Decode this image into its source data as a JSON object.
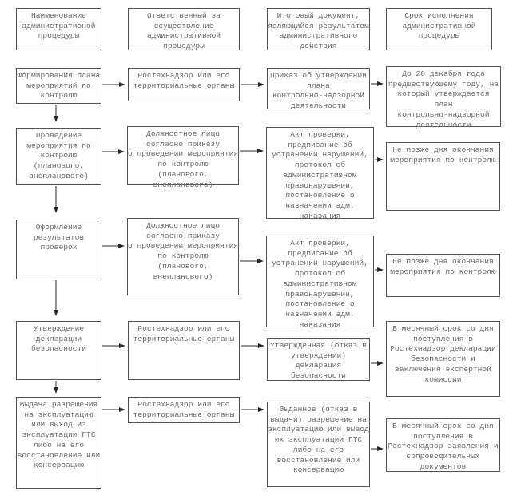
{
  "colors": {
    "background": "#ffffff",
    "box_border": "#525252",
    "text": "#6b6b6b",
    "arrow": "#2a2a2a"
  },
  "nodes": {
    "h1": {
      "label": "Наименование\nадминистративной\nпроцедуры"
    },
    "h2": {
      "label": "Ответственный за\nосуществление\nадминистративной\nпроцедуры"
    },
    "h3": {
      "label": "Итоговый документ,\nявляющийся результатом\nадминистративного\nдействия"
    },
    "h4": {
      "label": "Срок исполнения\nадминистративной\nпроцедуры"
    },
    "a1": {
      "label": "Формирования плана\nмероприятий по\nконтролю"
    },
    "b1": {
      "label": "Ростехнадзор или его\nтерриториальные органы"
    },
    "c1": {
      "label": "Приказ об утверждении\nплана\nконтрольно-надзорной\nдеятельности"
    },
    "d1": {
      "label": "До 20 декабря года\nпредшествующему году, на\nкоторый утверждается\nплан\nконтрольно-надзорной\nдеятельности"
    },
    "a2": {
      "label": "Проведение\nмероприятия по\nконтролю\n(планового,\nвнепланового)"
    },
    "b2": {
      "label": "Должностное лицо\nсогласно приказу\nо проведении мероприятия\nпо контролю\n(планового,\nвнепланового)"
    },
    "c2": {
      "label": "Акт проверки,\nпредписание об\nустранении нарушений,\nпротокол об\nадминистративном\nправонарушении,\nпостановление о\nназначении адм.\nнаказания"
    },
    "d2": {
      "label": "Не позже дня окончания\nмероприятия по контролю"
    },
    "a3": {
      "label": "Оформление\nрезультатов\nпроверок"
    },
    "b3": {
      "label": "Должностное лицо\nсогласно приказу\nо проведении мероприятия\nпо контролю\n(планового,\nвнепланового)"
    },
    "c3": {
      "label": "Акт проверки,\nпредписание об\nустранении нарушений,\nпротокол об\nадминистративном\nправонарушении,\nпостановление о\nназначении адм.\nнаказания"
    },
    "d3": {
      "label": "Не позже дня окончания\nмероприятия по контролю"
    },
    "a4": {
      "label": "Утверждение\nдекларации\nбезопасности"
    },
    "b4": {
      "label": "Ростехнадзор или его\nтерриториальные органы"
    },
    "c4": {
      "label": "Утвержденная (отказ в\nутверждении)\nдекларация\nбезопасности"
    },
    "d4": {
      "label": "В месячный срок со дня\nпоступления в\nРостехнадзор декларации\nбезопасности и\nзаключения экспертной\nкомиссии"
    },
    "a5": {
      "label": "Выдача разрешения\nна эксплуатацию\nили выход из\nэксплуатации ГТС\nлибо на его\nвосстановление или\nконсервацию"
    },
    "b5": {
      "label": "Ростехнадзор или его\nтерриториальные органы"
    },
    "c5": {
      "label": "Выданное (отказ в\nвыдачи) разрешение на\nэксплуатацию или вывод\nих эксплуатации ГТС\nлибо на его\nвосстановление или\nконсервацию"
    },
    "d5": {
      "label": "В месячный срок со дня\nпоступления в\nРостехнадзор заявления и\nсопроводительных\nдокументов"
    }
  }
}
